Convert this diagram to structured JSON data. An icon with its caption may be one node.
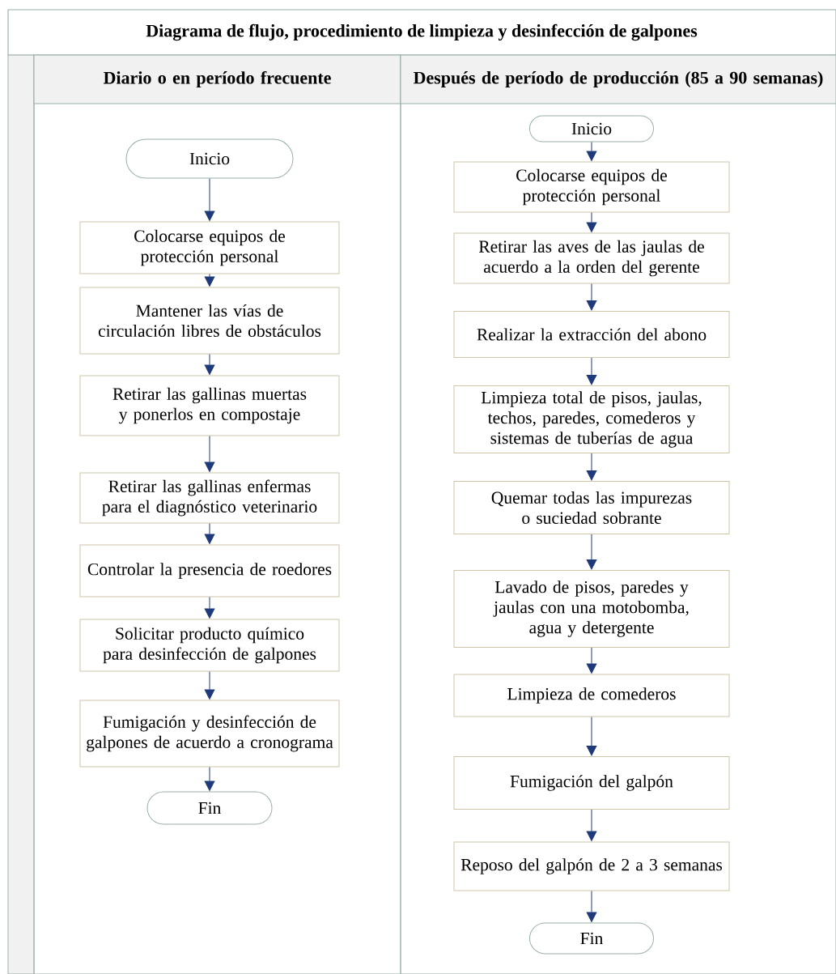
{
  "diagram": {
    "title": "Diagrama de flujo, procedimiento de limpieza y desinfección de galpones",
    "nodes": [
      {
        "text": [
          "Diario o en período frecuente"
        ]
      },
      {
        "text": [
          "Después de período de producción (85 a 90 semanas)"
        ]
      },
      {
        "text": [
          "Inicio"
        ],
        "in": 0
      },
      {
        "text": [
          "Colocarse equipos de protección personal"
        ],
        "in": 0
      },
      {
        "text": [
          "Mantener las vías de circulación libres de obstáculos"
        ],
        "in": 0
      },
      {
        "text": [
          "Retirar las gallinas muertas y ponerlos en compostaje"
        ],
        "in": 0
      },
      {
        "text": [
          "Retirar las gallinas enfermas para el diagnóstico veterinario"
        ],
        "in": 0
      },
      {
        "text": [
          "Controlar la presencia de roedores"
        ],
        "in": 0
      },
      {
        "text": [
          "Solicitar producto químico para desinfección de galpones"
        ],
        "in": 0
      },
      {
        "text": [
          "Fumigación y desinfección de galpones de acuerdo a cronograma"
        ],
        "in": 0
      },
      {
        "text": [
          "Fin"
        ],
        "in": 0
      },
      {
        "text": [
          "Inicio"
        ],
        "in": 1
      },
      {
        "text": [
          "Colocarse equipos de protección personal"
        ],
        "in": 1
      },
      {
        "text": [
          "Retirar las aves de las jaulas de acuerdo a la orden del gerente"
        ],
        "in": 1
      },
      {
        "text": [
          "Realizar la extracción del abono"
        ],
        "in": 1
      },
      {
        "text": [
          "Limpieza total de pisos, jaulas, techos, paredes, comederos y sistemas de tuberías de agua"
        ],
        "in": 1
      },
      {
        "text": [
          "Quemar todas las impurezas o suciedad sobrante"
        ],
        "in": 1
      },
      {
        "text": [
          "Lavado de pisos, paredes y jaulas con una motobomba, agua y detergente"
        ],
        "in": 1
      },
      {
        "text": [
          "Limpieza de comederos"
        ],
        "in": 1
      },
      {
        "text": [
          "Fumigación del galpón"
        ],
        "in": 1
      },
      {
        "text": [
          "Reposo del galpón de 2 a 3 semanas"
        ],
        "in": 1
      },
      {
        "text": [
          "Fin"
        ],
        "in": 1
      }
    ],
    "edges": [
      {
        "from": 2,
        "to": 3,
        "arrow": "to"
      },
      {
        "from": 3,
        "to": 4,
        "arrow": "to"
      },
      {
        "from": 4,
        "to": 5,
        "arrow": "to"
      },
      {
        "from": 5,
        "to": 6,
        "arrow": "to"
      },
      {
        "from": 6,
        "to": 7,
        "arrow": "to"
      },
      {
        "from": 7,
        "to": 8,
        "arrow": "to"
      },
      {
        "from": 8,
        "to": 9,
        "arrow": "to"
      },
      {
        "from": 9,
        "to": 10,
        "arrow": "to"
      },
      {
        "from": 11,
        "to": 12,
        "arrow": "to"
      },
      {
        "from": 12,
        "to": 13,
        "arrow": "to"
      },
      {
        "from": 13,
        "to": 14,
        "arrow": "to"
      },
      {
        "from": 14,
        "to": 15,
        "arrow": "to"
      },
      {
        "from": 15,
        "to": 16,
        "arrow": "to"
      },
      {
        "from": 16,
        "to": 17,
        "arrow": "to"
      },
      {
        "from": 17,
        "to": 18,
        "arrow": "to"
      },
      {
        "from": 18,
        "to": 19,
        "arrow": "to"
      },
      {
        "from": 19,
        "to": 20,
        "arrow": "to"
      },
      {
        "from": 20,
        "to": 21,
        "arrow": "to"
      }
    ]
  }
}
